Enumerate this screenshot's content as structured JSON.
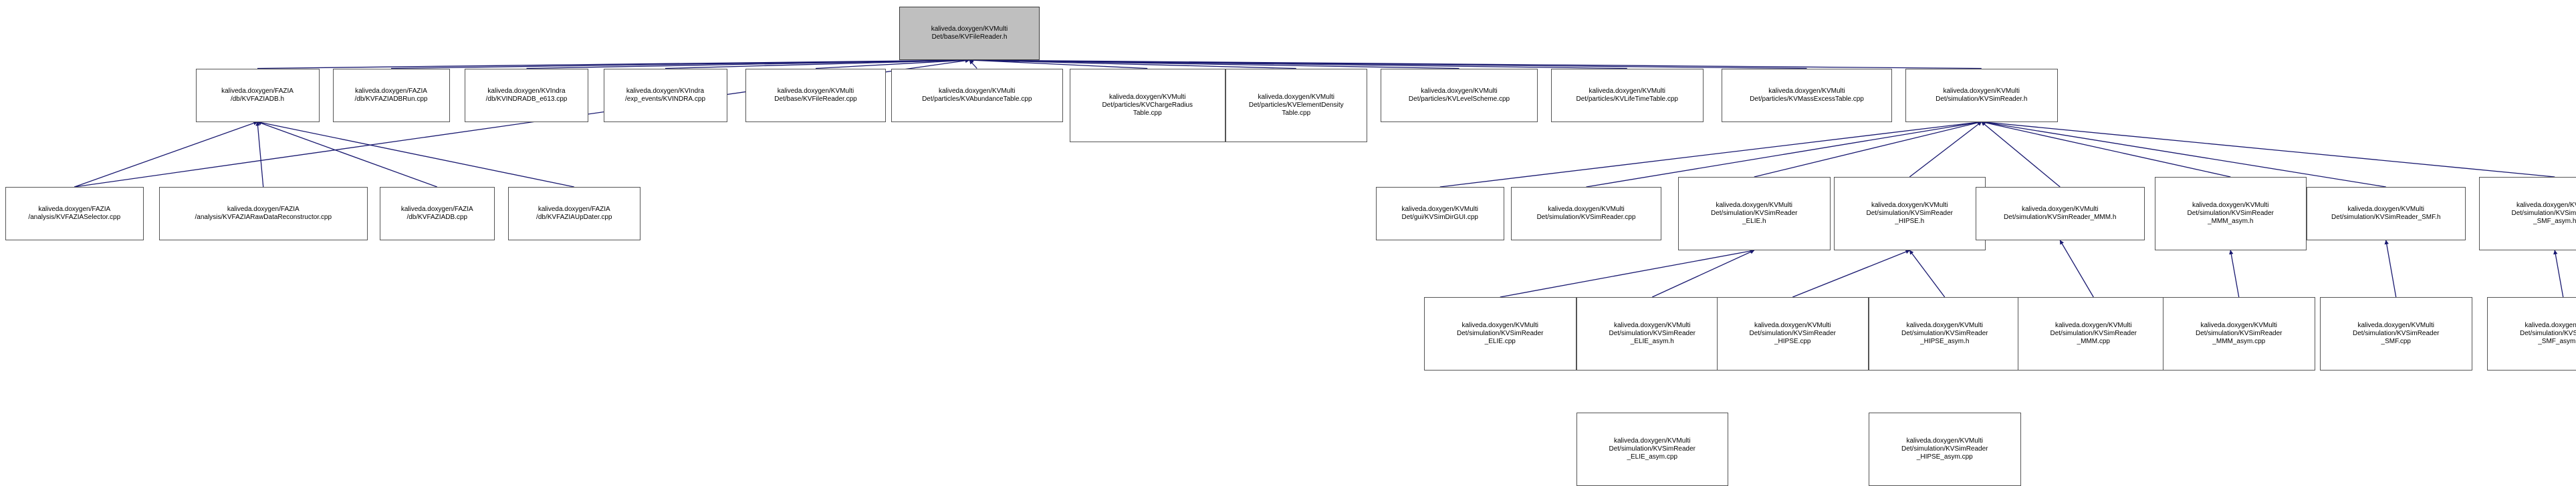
{
  "colors": {
    "edge": "#191970",
    "node_border": "#555555",
    "root_fill": "#bfbfbf",
    "node_fill": "#ffffff"
  },
  "nodes": {
    "root": [
      "kaliveda.doxygen/KVMulti",
      "Det/base/KVFileReader.h"
    ],
    "fazia_dbfile": [
      "kaliveda.doxygen/FAZIA",
      "/db/KVFAZIADB.h"
    ],
    "fazia_dbrun": [
      "kaliveda.doxygen/FAZIA",
      "/db/KVFAZIADBRun.cpp"
    ],
    "indra_db": [
      "kaliveda.doxygen/KVIndra",
      "/db/KVINDRADB_e613.cpp"
    ],
    "indra_exp": [
      "kaliveda.doxygen/KVIndra",
      "/exp_events/KVINDRA.cpp"
    ],
    "base_filereader": [
      "kaliveda.doxygen/KVMulti",
      "Det/base/KVFileReader.cpp"
    ],
    "abundance": [
      "kaliveda.doxygen/KVMulti",
      "Det/particles/KVAbundanceTable.cpp"
    ],
    "charge_radius": [
      "kaliveda.doxygen/KVMulti",
      "Det/particles/KVChargeRadius",
      "Table.cpp"
    ],
    "element_density": [
      "kaliveda.doxygen/KVMulti",
      "Det/particles/KVElementDensity",
      "Table.cpp"
    ],
    "level_scheme": [
      "kaliveda.doxygen/KVMulti",
      "Det/particles/KVLevelScheme.cpp"
    ],
    "lifetime": [
      "kaliveda.doxygen/KVMulti",
      "Det/particles/KVLifeTimeTable.cpp"
    ],
    "mass_excess": [
      "kaliveda.doxygen/KVMulti",
      "Det/particles/KVMassExcessTable.cpp"
    ],
    "simreader_h": [
      "kaliveda.doxygen/KVMulti",
      "Det/simulation/KVSimReader.h"
    ],
    "fazia_selector": [
      "kaliveda.doxygen/FAZIA",
      "/analysis/KVFAZIASelector.cpp"
    ],
    "fazia_raw": [
      "kaliveda.doxygen/FAZIA",
      "/analysis/KVFAZIARawDataReconstructor.cpp"
    ],
    "fazia_db_cpp": [
      "kaliveda.doxygen/FAZIA",
      "/db/KVFAZIADB.cpp"
    ],
    "fazia_updater": [
      "kaliveda.doxygen/FAZIA",
      "/db/KVFAZIAUpDater.cpp"
    ],
    "simdir_gui": [
      "kaliveda.doxygen/KVMulti",
      "Det/gui/KVSimDirGUI.cpp"
    ],
    "simreader_cpp": [
      "kaliveda.doxygen/KVMulti",
      "Det/simulation/KVSimReader.cpp"
    ],
    "elie_h": [
      "kaliveda.doxygen/KVMulti",
      "Det/simulation/KVSimReader",
      "_ELIE.h"
    ],
    "hipse_h": [
      "kaliveda.doxygen/KVMulti",
      "Det/simulation/KVSimReader",
      "_HIPSE.h"
    ],
    "mmm_h": [
      "kaliveda.doxygen/KVMulti",
      "Det/simulation/KVSimReader_MMM.h"
    ],
    "mmm_asym_h": [
      "kaliveda.doxygen/KVMulti",
      "Det/simulation/KVSimReader",
      "_MMM_asym.h"
    ],
    "smf_h": [
      "kaliveda.doxygen/KVMulti",
      "Det/simulation/KVSimReader_SMF.h"
    ],
    "smf_asym_h": [
      "kaliveda.doxygen/KVMulti",
      "Det/simulation/KVSimReader",
      "_SMF_asym.h"
    ],
    "elie_cpp": [
      "kaliveda.doxygen/KVMulti",
      "Det/simulation/KVSimReader",
      "_ELIE.cpp"
    ],
    "elie_asym_h": [
      "kaliveda.doxygen/KVMulti",
      "Det/simulation/KVSimReader",
      "_ELIE_asym.h"
    ],
    "hipse_cpp": [
      "kaliveda.doxygen/KVMulti",
      "Det/simulation/KVSimReader",
      "_HIPSE.cpp"
    ],
    "hipse_asym_h": [
      "kaliveda.doxygen/KVMulti",
      "Det/simulation/KVSimReader",
      "_HIPSE_asym.h"
    ],
    "mmm_cpp": [
      "kaliveda.doxygen/KVMulti",
      "Det/simulation/KVSimReader",
      "_MMM.cpp"
    ],
    "mmm_asym_cpp": [
      "kaliveda.doxygen/KVMulti",
      "Det/simulation/KVSimReader",
      "_MMM_asym.cpp"
    ],
    "smf_cpp": [
      "kaliveda.doxygen/KVMulti",
      "Det/simulation/KVSimReader",
      "_SMF.cpp"
    ],
    "smf_asym_cpp": [
      "kaliveda.doxygen/KVMulti",
      "Det/simulation/KVSimReader",
      "_SMF_asym.cpp"
    ],
    "elie_asym_cpp": [
      "kaliveda.doxygen/KVMulti",
      "Det/simulation/KVSimReader",
      "_ELIE_asym.cpp"
    ],
    "hipse_asym_cpp": [
      "kaliveda.doxygen/KVMulti",
      "Det/simulation/KVSimReader",
      "_HIPSE_asym.cpp"
    ]
  },
  "edges": [
    [
      "fazia_dbfile",
      "root"
    ],
    [
      "fazia_dbrun",
      "root"
    ],
    [
      "indra_db",
      "root"
    ],
    [
      "indra_exp",
      "root"
    ],
    [
      "base_filereader",
      "root"
    ],
    [
      "abundance",
      "root"
    ],
    [
      "charge_radius",
      "root"
    ],
    [
      "element_density",
      "root"
    ],
    [
      "level_scheme",
      "root"
    ],
    [
      "lifetime",
      "root"
    ],
    [
      "mass_excess",
      "root"
    ],
    [
      "simreader_h",
      "root"
    ],
    [
      "fazia_selector",
      "root"
    ],
    [
      "fazia_selector",
      "fazia_dbfile"
    ],
    [
      "fazia_raw",
      "fazia_dbfile"
    ],
    [
      "fazia_db_cpp",
      "fazia_dbfile"
    ],
    [
      "fazia_updater",
      "fazia_dbfile"
    ],
    [
      "simdir_gui",
      "simreader_h"
    ],
    [
      "simreader_cpp",
      "simreader_h"
    ],
    [
      "elie_h",
      "simreader_h"
    ],
    [
      "hipse_h",
      "simreader_h"
    ],
    [
      "mmm_h",
      "simreader_h"
    ],
    [
      "mmm_asym_h",
      "simreader_h"
    ],
    [
      "smf_h",
      "simreader_h"
    ],
    [
      "smf_asym_h",
      "simreader_h"
    ],
    [
      "elie_cpp",
      "elie_h"
    ],
    [
      "elie_asym_h",
      "elie_h"
    ],
    [
      "hipse_cpp",
      "hipse_h"
    ],
    [
      "hipse_asym_h",
      "hipse_h"
    ],
    [
      "mmm_cpp",
      "mmm_h"
    ],
    [
      "mmm_asym_cpp",
      "mmm_asym_h"
    ],
    [
      "smf_cpp",
      "smf_h"
    ],
    [
      "smf_asym_cpp",
      "smf_asym_h"
    ],
    [
      "elie_asym_cpp",
      "elie_asym_h"
    ],
    [
      "hipse_asym_cpp",
      "hipse_asym_h"
    ]
  ]
}
